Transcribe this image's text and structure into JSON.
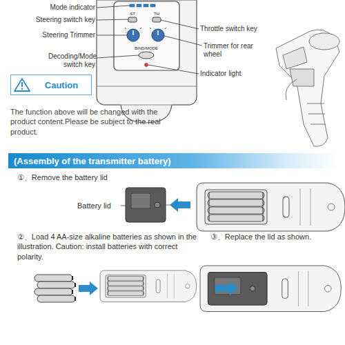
{
  "diagram": {
    "nodes": [
      {
        "text": [
          "Caution"
        ]
      },
      {
        "text": [
          "(Assembly of the transmitter battery)"
        ]
      }
    ],
    "labels": [
      "Mode indicator",
      "ST",
      "TH",
      "Steering switch key",
      "Throttle switch key",
      "Steering Trimmer",
      "Trimmer for rear wheel",
      "Decoding/Mode switch key",
      "BIND/MODE",
      "Indicator light",
      "The function above will be changed with the product content.Please be subject to the real product.",
      "①、Remove the battery lid",
      "Battery lid",
      "②、Load 4 AA-size alkaline batteries as shown in the illustration. Caution: install batteries with correct polarity.",
      "③、Replace the lid as shown."
    ]
  }
}
